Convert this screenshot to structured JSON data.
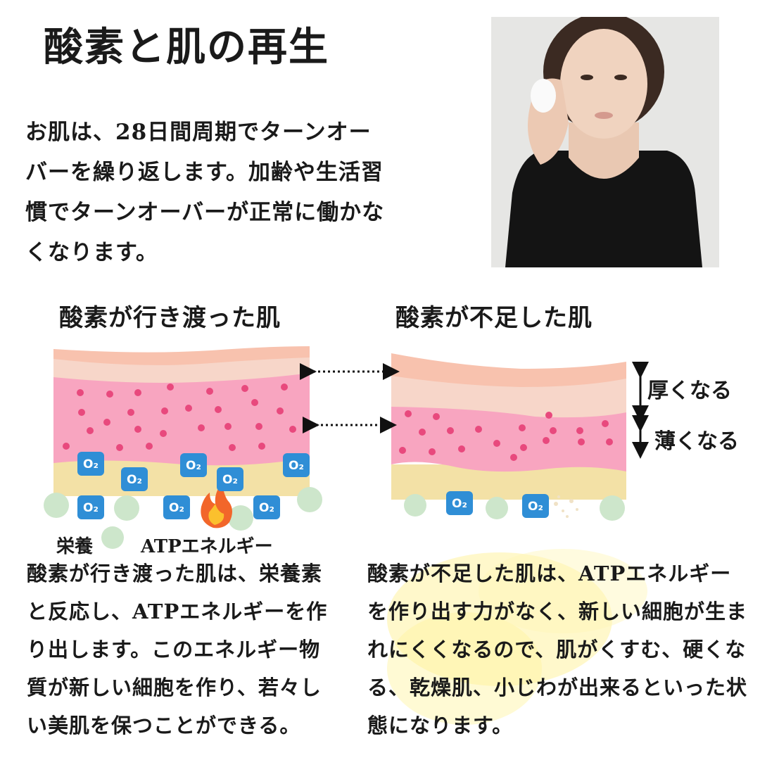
{
  "title": "酸素と肌の再生",
  "intro_text": "お肌は、28日間周期でターンオーバーを繰り返します。加齢や生活習慣でターンオーバーが正常に働かなくなります。",
  "left_heading": "酸素が行き渡った肌",
  "right_heading": "酸素が不足した肌",
  "label_thicker": "厚くなる",
  "label_thinner": "薄くなる",
  "label_nutrients": "栄養",
  "label_atp": "ATPエネルギー",
  "o2_badge": "O₂",
  "left_text": "酸素が行き渡った肌は、栄養素と反応し、ATPエネルギーを作り出します。このエネルギー物質が新しい細胞を作り、若々しい美肌を保つことができる。",
  "right_text": "酸素が不足した肌は、ATPエネルギーを作り出す力がなく、新しい細胞が生まれにくくなるので、肌がくすむ、硬くなる、乾燥肌、小じわが出来るといった状態になります。",
  "colors": {
    "skin_top": "#f8c2ae",
    "skin_second": "#f7d6c9",
    "dermis": "#f8a5c0",
    "cell_dot": "#e8497d",
    "fat": "#f3e1a6",
    "nutrient": "#cde6cb",
    "o2_blue": "#2f8ed6",
    "highlight": "#fff3a0"
  }
}
